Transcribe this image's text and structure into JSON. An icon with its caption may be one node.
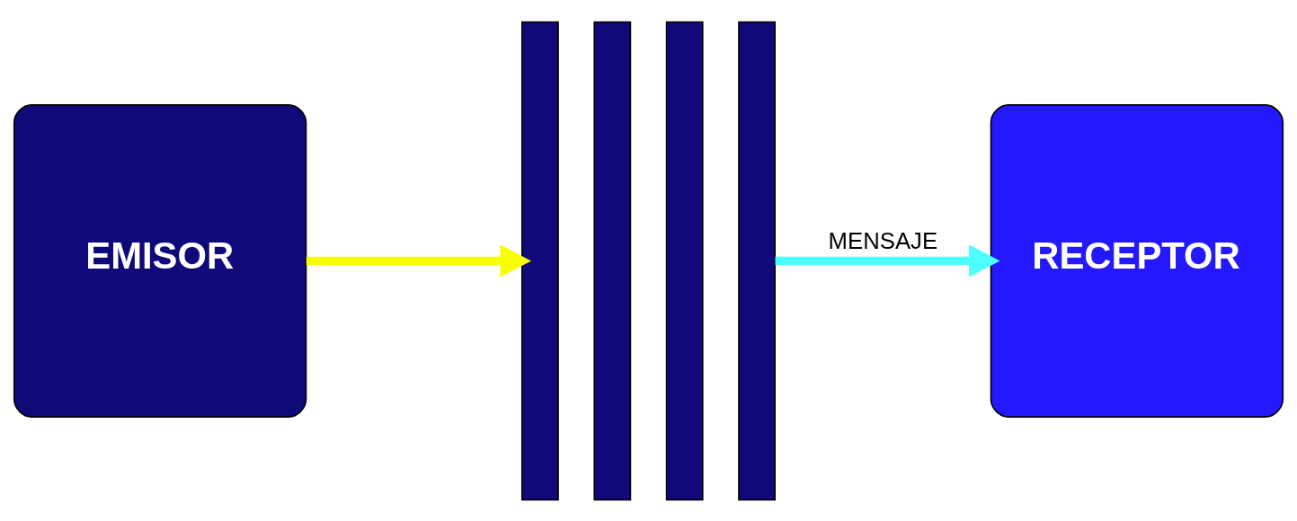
{
  "diagram": {
    "nodes": [
      {
        "text": [
          "EMISOR"
        ]
      },
      {
        "text": [],
        "shape": "bar"
      },
      {
        "text": [],
        "shape": "bar"
      },
      {
        "text": [],
        "shape": "bar"
      },
      {
        "text": [],
        "shape": "bar"
      },
      {
        "text": [
          "RECEPTOR"
        ]
      }
    ],
    "edges": [
      {
        "from": 0,
        "to": 1,
        "arrow": "to",
        "color": "#f8ff00"
      },
      {
        "from": 4,
        "to": 5,
        "arrow": "to",
        "label": "MENSAJE",
        "color": "#4dffff"
      }
    ]
  }
}
